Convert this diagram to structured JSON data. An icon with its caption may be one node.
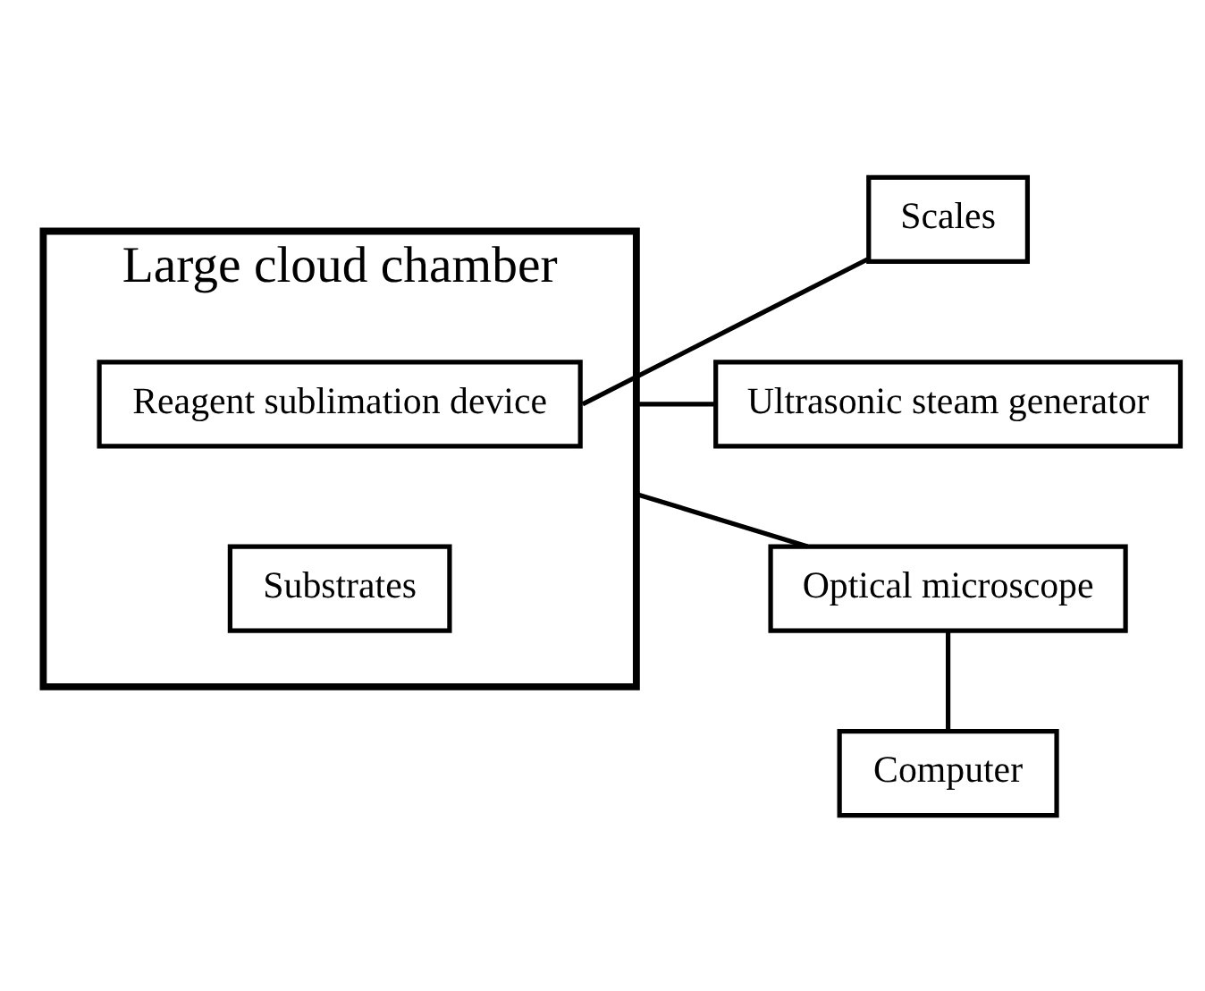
{
  "diagram": {
    "nodes": [
      {
        "text": [
          "Large cloud chamber"
        ]
      },
      {
        "text": [
          "Reagent sublimation device"
        ],
        "in": 0
      },
      {
        "text": [
          "Substrates"
        ],
        "in": 0
      },
      {
        "text": [
          "Scales"
        ]
      },
      {
        "text": [
          "Ultrasonic steam generator"
        ]
      },
      {
        "text": [
          "Optical microscope"
        ]
      },
      {
        "text": [
          "Computer"
        ]
      }
    ],
    "edges": [
      {
        "from": 1,
        "to": 3,
        "arrow": "none"
      },
      {
        "from": 0,
        "to": 4,
        "arrow": "none"
      },
      {
        "from": 0,
        "to": 5,
        "arrow": "none"
      },
      {
        "from": 5,
        "to": 6,
        "arrow": "none"
      }
    ]
  }
}
